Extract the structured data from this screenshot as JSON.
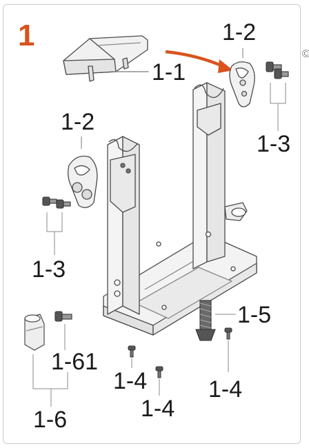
{
  "figure": {
    "number": "1",
    "accent_color": "#d9531e"
  },
  "labels": {
    "part_1_1": "1-1",
    "part_1_2_top": "1-2",
    "part_1_2_left": "1-2",
    "part_1_3_right": "1-3",
    "part_1_3_left": "1-3",
    "part_1_4_a": "1-4",
    "part_1_4_b": "1-4",
    "part_1_4_c": "1-4",
    "part_1_5": "1-5",
    "part_1_6": "1-6",
    "part_1_61": "1-61"
  },
  "edge_mark": "©",
  "icons": [
    "red-arrow-icon",
    "tray-icon",
    "clamp-jaw-icon",
    "screw-icon",
    "stand-frame-icon",
    "bolt-icon",
    "knob-icon"
  ]
}
